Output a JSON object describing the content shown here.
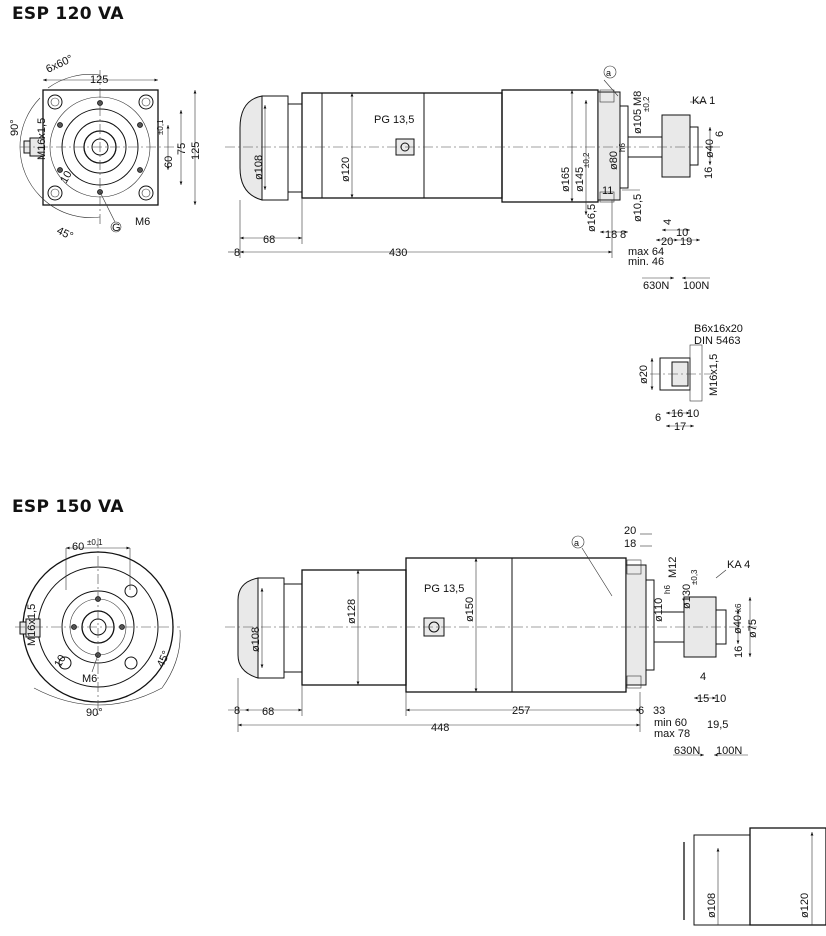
{
  "esp120": {
    "title": "ESP 120 VA",
    "front": {
      "d125_top": "125",
      "d125_right": "125",
      "d60": "60",
      "d60_tol": "±0,1",
      "d75": "75",
      "holes": "6x60°",
      "angle90": "90°",
      "angle45": "45°",
      "thread": "M16x1,5",
      "x10": "10",
      "m6": "M6",
      "mark_g": "G"
    },
    "side": {
      "pg": "PG 13,5",
      "d108": "ø108",
      "d120": "ø120",
      "d165": "ø165",
      "d145": "ø145",
      "d145_tol": "±0,2",
      "d16_5": "ø16,5",
      "d80": "ø80",
      "d80_fit": "h6",
      "d105": "ø105",
      "d105_tol": "±0,2",
      "d10_5": "ø10,5",
      "m8": "M8",
      "ka": "KA 1",
      "d40": "ø40",
      "d6": "6",
      "d16": "16",
      "d11": "11",
      "d4": "4",
      "d10": "10",
      "d20": "20",
      "d19": "19",
      "d18": "18",
      "d8": "8",
      "d8b": "8",
      "d68": "68",
      "d430": "430",
      "max": "max 64",
      "min": "min. 46",
      "force1": "630N",
      "force2": "100N",
      "mark_a": "a"
    },
    "detail": {
      "key": "B6x16x20",
      "din": "DIN 5463",
      "d20": "ø20",
      "thread": "M16x1,5",
      "d6": "6",
      "d16": "16",
      "d10": "10",
      "d17": "17"
    }
  },
  "esp150": {
    "title": "ESP 150 VA",
    "front": {
      "d60": "60",
      "d60_tol": "±0,1",
      "thread": "M16x1,5",
      "x10": "10",
      "m6": "M6",
      "angle90": "90°",
      "angle45": "45°"
    },
    "side": {
      "pg": "PG 13,5",
      "d108": "ø108",
      "d128": "ø128",
      "d150": "ø150",
      "d110": "ø110",
      "d110_fit": "h6",
      "d130": "ø130",
      "d130_tol": "±0,3",
      "m12": "M12",
      "ka": "KA 4",
      "d40": "ø40",
      "d40_fit": "k6",
      "d75": "ø75",
      "d16": "16",
      "d4": "4",
      "d15": "15",
      "d10": "10",
      "d20": "20",
      "d18": "18",
      "d8": "8",
      "d68": "68",
      "d257": "257",
      "d6": "6",
      "d33": "33",
      "d448": "448",
      "min": "min 60",
      "max": "max 78",
      "d19_5": "19,5",
      "force1": "630N",
      "force2": "100N",
      "mark_a": "a"
    },
    "detail": {
      "d108": "ø108",
      "d120": "ø120"
    }
  }
}
